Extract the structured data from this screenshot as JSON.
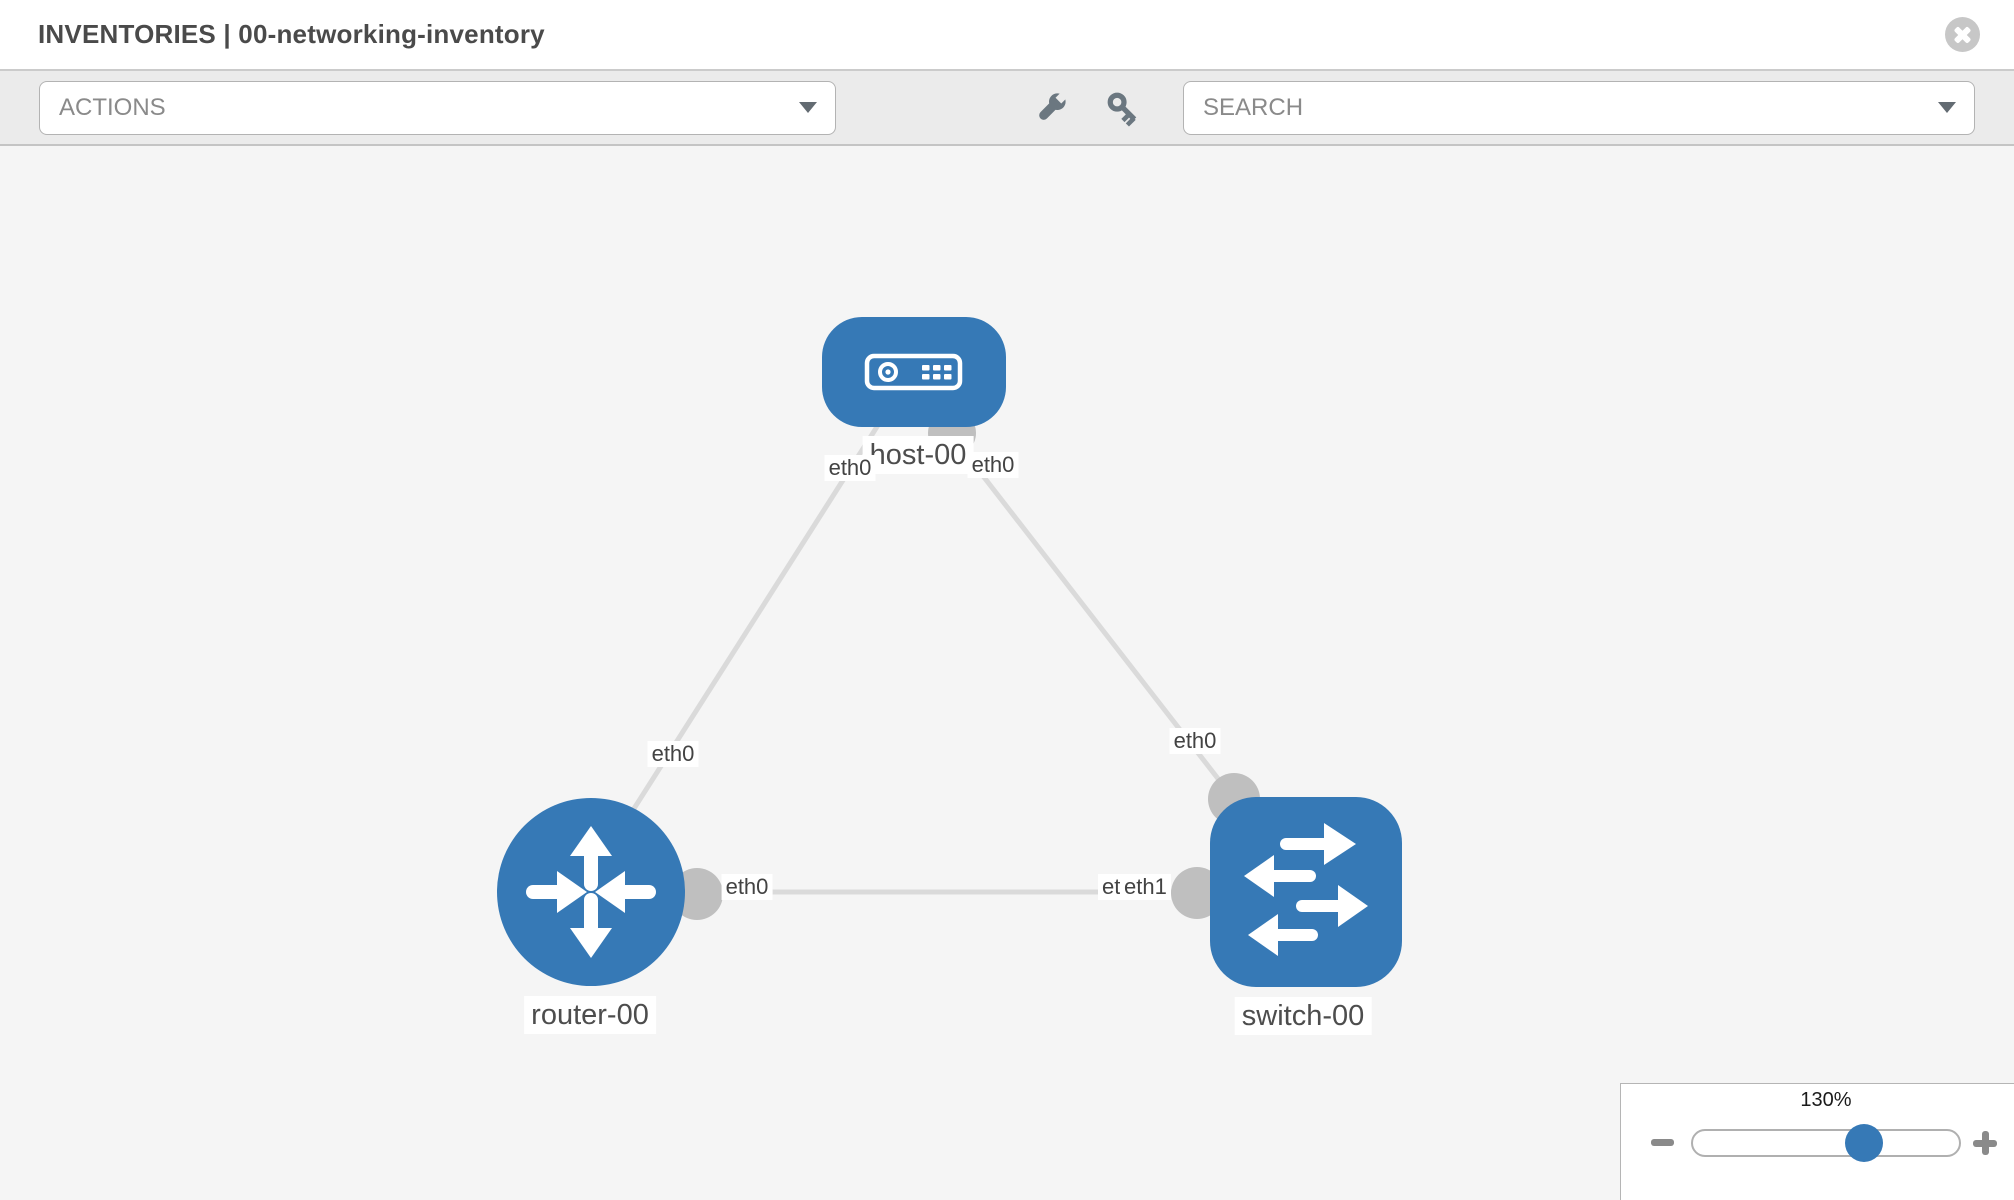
{
  "header": {
    "title": "INVENTORIES | 00-networking-inventory",
    "close_icon": "circle-x-icon"
  },
  "toolbar": {
    "actions_label": "ACTIONS",
    "search_label": "SEARCH",
    "icons": [
      "wrench-icon",
      "key-icon"
    ],
    "dropdown_caret_icon": "caret-down-icon"
  },
  "topology": {
    "nodes": [
      {
        "id": "host-00",
        "label": "host-00",
        "type": "host",
        "icon": "server-icon"
      },
      {
        "id": "router-00",
        "label": "router-00",
        "type": "router",
        "icon": "router-arrows-icon"
      },
      {
        "id": "switch-00",
        "label": "switch-00",
        "type": "switch",
        "icon": "switch-arrows-icon"
      }
    ],
    "links": [
      {
        "from": "host-00",
        "to": "router-00",
        "from_interface": "eth0",
        "to_interface": "eth0"
      },
      {
        "from": "host-00",
        "to": "switch-00",
        "from_interface": "eth0",
        "to_interface": "eth0"
      },
      {
        "from": "router-00",
        "to": "switch-00",
        "from_interface": "eth0",
        "to_interface": "eth1",
        "to_interface_overlapped": "eth0"
      }
    ]
  },
  "zoom_control": {
    "value": "130%",
    "minus_icon": "minus-icon",
    "plus_icon": "plus-icon",
    "slider_position_pct": 63
  },
  "colors": {
    "node_blue": "#3679b6",
    "link_gray": "#dadada",
    "port_gray": "#bfbfbf",
    "canvas_bg": "#f5f5f5",
    "toolbar_bg": "#ebebeb",
    "label_text": "#4d4d4d"
  }
}
